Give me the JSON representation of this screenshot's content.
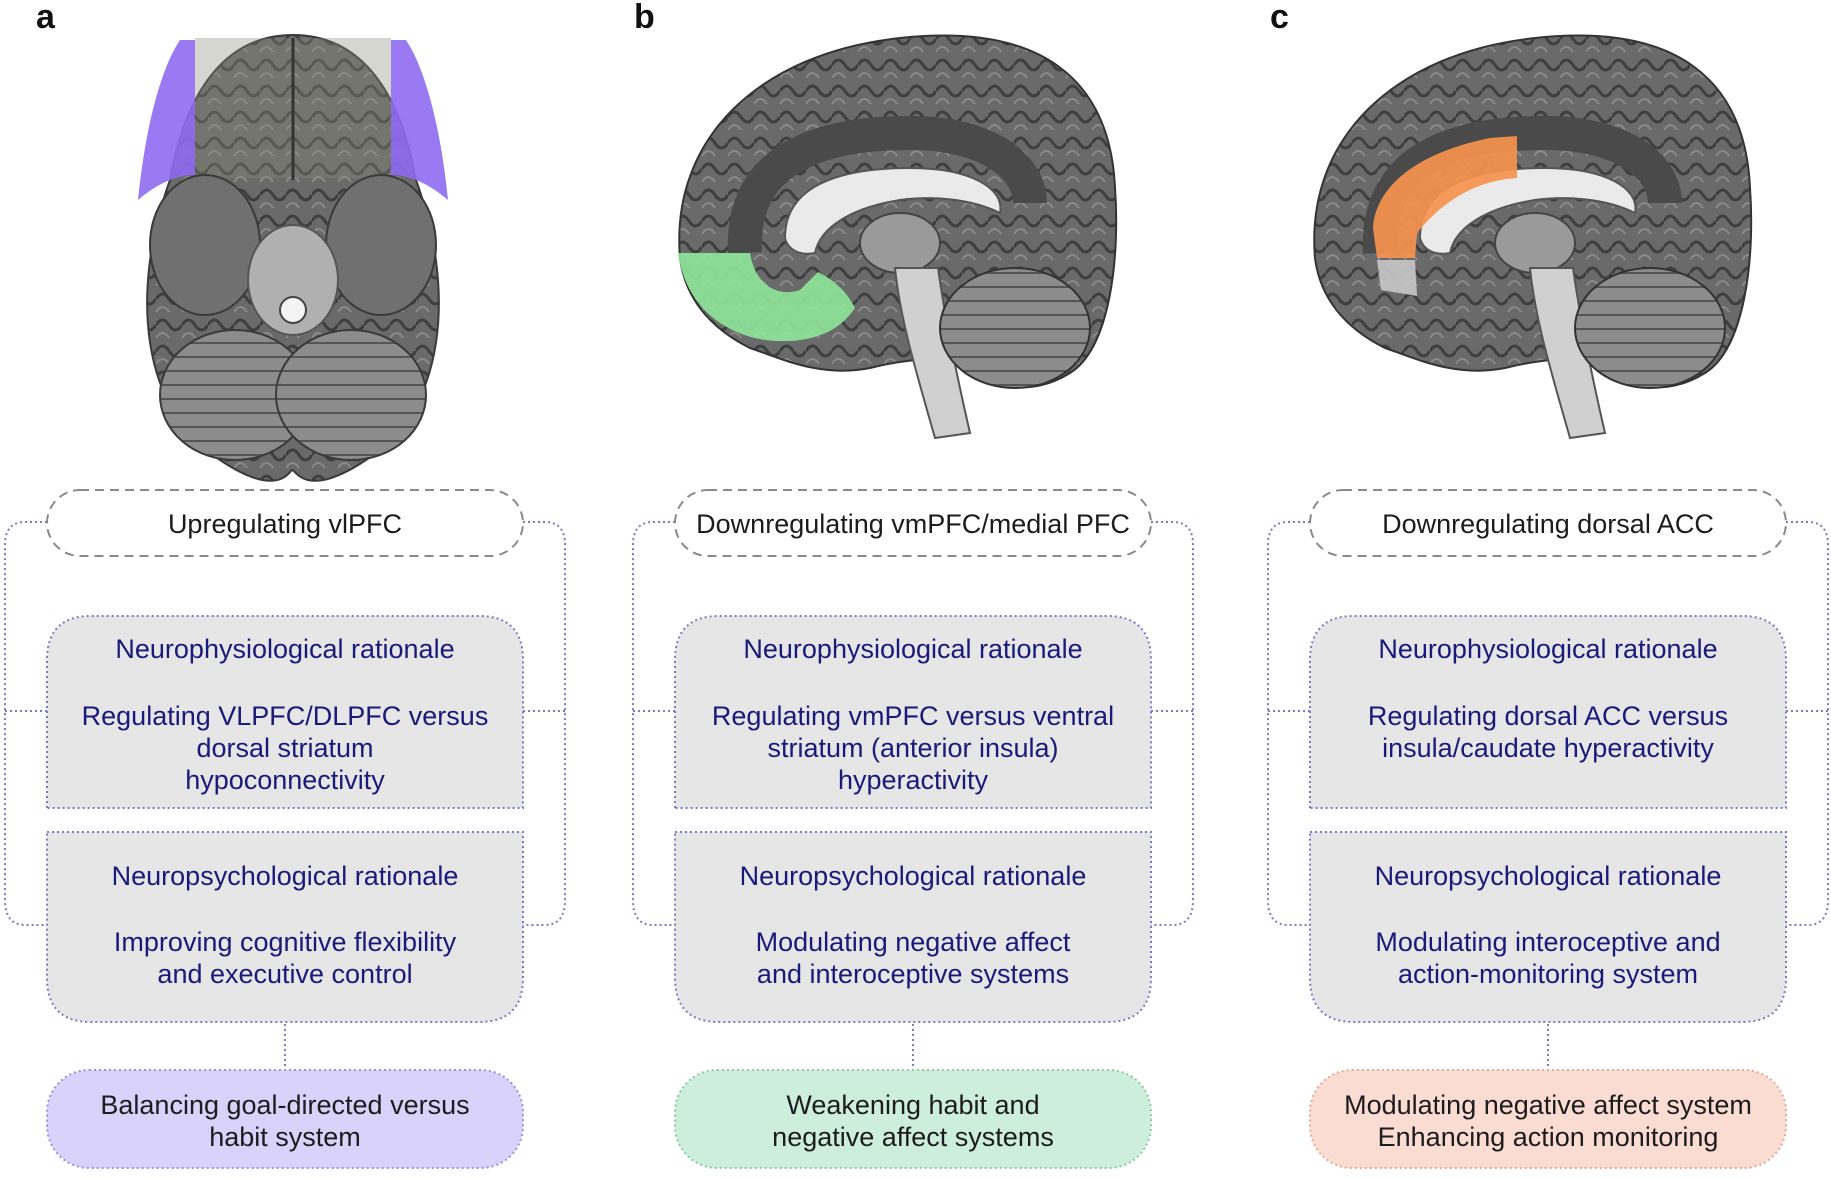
{
  "panels": [
    {
      "letter": "a",
      "view": "ventral",
      "highlight_color": "#8f6cf2",
      "title": "Upregulating vlPFC",
      "neurophysiological": {
        "heading": "Neurophysiological rationale",
        "lines": [
          "Regulating VLPFC/DLPFC versus",
          "dorsal striatum",
          "hypoconnectivity"
        ]
      },
      "neuropsychological": {
        "heading": "Neuropsychological rationale",
        "lines": [
          "Improving cognitive flexibility",
          "and executive control"
        ]
      },
      "outcome": {
        "lines": [
          "Balancing goal-directed versus",
          "habit system"
        ],
        "fill": "#d9d2fb",
        "stroke": "#9d90df"
      }
    },
    {
      "letter": "b",
      "view": "sagittal",
      "highlight_color": "#8ee69a",
      "title": "Downregulating vmPFC/medial PFC",
      "neurophysiological": {
        "heading": "Neurophysiological rationale",
        "lines": [
          "Regulating vmPFC versus ventral",
          "striatum (anterior insula)",
          "hyperactivity"
        ]
      },
      "neuropsychological": {
        "heading": "Neuropsychological rationale",
        "lines": [
          "Modulating negative affect",
          "and interoceptive systems"
        ]
      },
      "outcome": {
        "lines": [
          "Weakening habit and",
          "negative affect systems"
        ],
        "fill": "#cdeedb",
        "stroke": "#8fc9a5"
      }
    },
    {
      "letter": "c",
      "view": "sagittal",
      "highlight_color": "#f6924e",
      "title": "Downregulating dorsal ACC",
      "neurophysiological": {
        "heading": "Neurophysiological rationale",
        "lines": [
          "Regulating dorsal ACC versus",
          "insula/caudate hyperactivity"
        ]
      },
      "neuropsychological": {
        "heading": "Neuropsychological rationale",
        "lines": [
          "Modulating interoceptive and",
          "action-monitoring system"
        ]
      },
      "outcome": {
        "lines": [
          "Modulating negative affect system",
          "Enhancing action monitoring"
        ],
        "fill": "#fbdcd2",
        "stroke": "#e9a790"
      }
    }
  ],
  "colors": {
    "rationale_fill": "#e6e6e6",
    "rationale_border": "#7b7ac6",
    "rationale_text": "#1a1a7a",
    "title_border": "#8a8a8a",
    "connector": "#7b7ac6",
    "brain_dark": "#5d5d5d",
    "brain_mid": "#7a7a7a",
    "brain_light": "#a8a8a8"
  }
}
